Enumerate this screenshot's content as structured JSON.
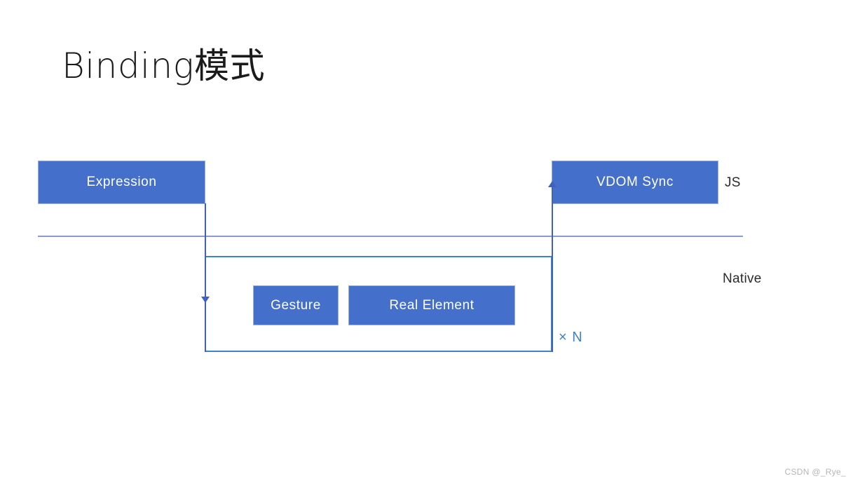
{
  "slide": {
    "title": "Binding模式",
    "background_color": "#ffffff"
  },
  "colors": {
    "box_fill": "#4470cc",
    "box_text": "#ffffff",
    "divider": "#8c9ad4",
    "group_outline": "#3d85c8",
    "connector": "#3f62bf",
    "multiplier_text": "#3d85c8",
    "label_text": "#2b2b2b"
  },
  "diagram": {
    "type": "sequence-lane-diagram",
    "lanes": [
      {
        "id": "js",
        "label": "JS"
      },
      {
        "id": "native",
        "label": "Native"
      }
    ],
    "boxes": [
      {
        "id": "expression",
        "label": "Expression",
        "lane": "js"
      },
      {
        "id": "vdom-sync",
        "label": "VDOM Sync",
        "lane": "js"
      },
      {
        "id": "gesture",
        "label": "Gesture",
        "lane": "native"
      },
      {
        "id": "real-element",
        "label": "Real Element",
        "lane": "native"
      }
    ],
    "repeat_group": {
      "multiplier": "× N",
      "contains": [
        "gesture",
        "real-element"
      ]
    },
    "connectors": [
      {
        "id": "expression-to-group",
        "from": "expression",
        "to": "repeat-group",
        "direction": "down"
      },
      {
        "id": "group-to-vdom-sync",
        "from": "repeat-group",
        "to": "vdom-sync",
        "direction": "up"
      }
    ]
  },
  "watermark": {
    "text": "CSDN @_Rye_"
  }
}
